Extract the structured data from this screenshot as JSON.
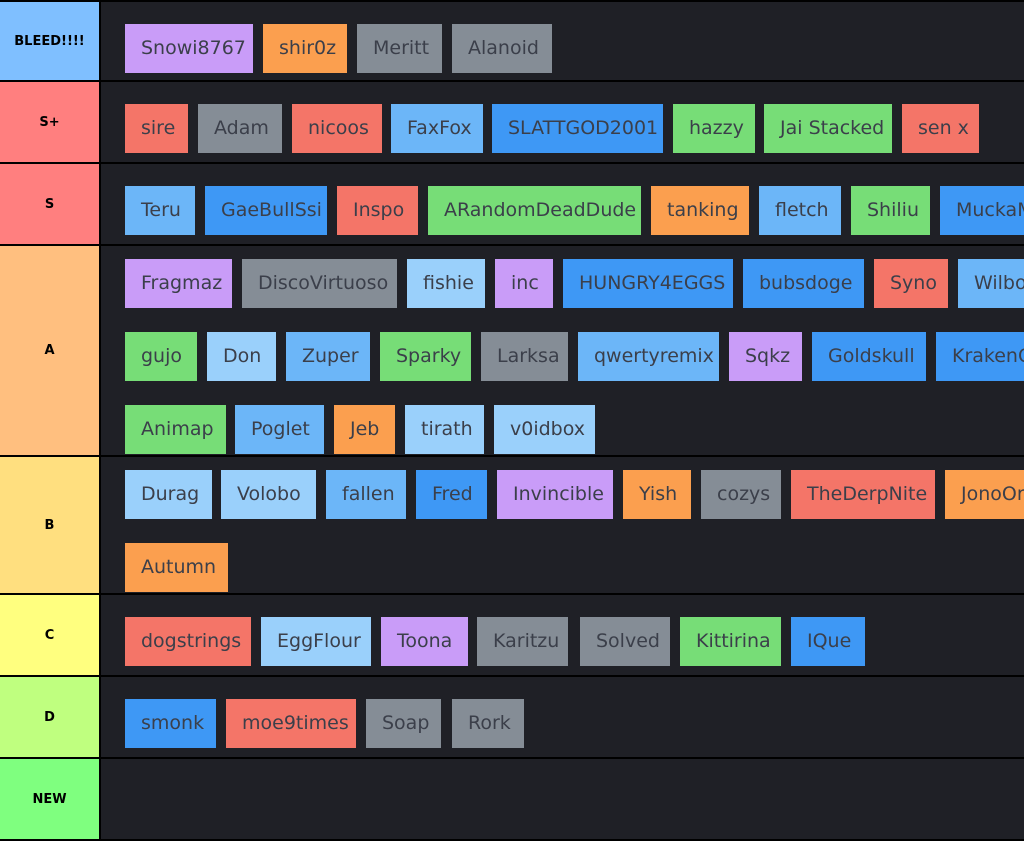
{
  "tiers": [
    {
      "label": "BLEED!!!!",
      "color": "#7fbfff",
      "rows": [
        [
          {
            "name": "Snowi8767",
            "color": "purple"
          },
          {
            "name": "shir0z",
            "color": "orange"
          },
          {
            "name": "Meritt",
            "color": "gray"
          },
          {
            "name": "Alanoid",
            "color": "gray"
          }
        ]
      ]
    },
    {
      "label": "S+",
      "color": "#ff7f7f",
      "rows": [
        [
          {
            "name": "sire",
            "color": "red"
          },
          {
            "name": "Adam",
            "color": "gray"
          },
          {
            "name": "nicoos",
            "color": "red"
          },
          {
            "name": "FaxFox",
            "color": "mblue"
          },
          {
            "name": "SLATTGOD2001",
            "color": "blue"
          },
          {
            "name": "hazzy",
            "color": "green"
          },
          {
            "name": "Jai Stacked",
            "color": "green"
          },
          {
            "name": "sen x",
            "color": "red"
          }
        ]
      ]
    },
    {
      "label": "S",
      "color": "#ff7f7f",
      "rows": [
        [
          {
            "name": "Teru",
            "color": "mblue"
          },
          {
            "name": "GaeBullSsi",
            "color": "blue"
          },
          {
            "name": "Inspo",
            "color": "red"
          },
          {
            "name": "ARandomDeadDude",
            "color": "green"
          },
          {
            "name": "tanking",
            "color": "orange"
          },
          {
            "name": "fletch",
            "color": "mblue"
          },
          {
            "name": "Shiliu",
            "color": "green"
          },
          {
            "name": "MuckaM",
            "color": "blue"
          }
        ]
      ]
    },
    {
      "label": "A",
      "color": "#ffbf7f",
      "rows": [
        [
          {
            "name": "Fragmaz",
            "color": "purple"
          },
          {
            "name": "DiscoVirtuoso",
            "color": "gray"
          },
          {
            "name": "fishie",
            "color": "lblue"
          },
          {
            "name": "inc",
            "color": "purple"
          },
          {
            "name": "HUNGRY4EGGS",
            "color": "blue"
          },
          {
            "name": "bubsdoge",
            "color": "blue"
          },
          {
            "name": "Syno",
            "color": "red"
          },
          {
            "name": "Wilbo",
            "color": "mblue"
          }
        ],
        [
          {
            "name": "gujo",
            "color": "green"
          },
          {
            "name": "Don",
            "color": "lblue"
          },
          {
            "name": "Zuper",
            "color": "mblue"
          },
          {
            "name": "Sparky",
            "color": "green"
          },
          {
            "name": "Larksa",
            "color": "gray"
          },
          {
            "name": "qwertyremix",
            "color": "mblue"
          },
          {
            "name": "Sqkz",
            "color": "purple"
          },
          {
            "name": "Goldskull",
            "color": "blue"
          },
          {
            "name": "KrakenC",
            "color": "blue"
          }
        ],
        [
          {
            "name": "Animap",
            "color": "green"
          },
          {
            "name": "Poglet",
            "color": "mblue"
          },
          {
            "name": "Jeb",
            "color": "orange"
          },
          {
            "name": "tirath",
            "color": "lblue"
          },
          {
            "name": "v0idbox",
            "color": "lblue"
          }
        ]
      ]
    },
    {
      "label": "B",
      "color": "#ffdf7f",
      "rows": [
        [
          {
            "name": "Durag",
            "color": "lblue"
          },
          {
            "name": "Volobo",
            "color": "lblue"
          },
          {
            "name": "fallen",
            "color": "mblue"
          },
          {
            "name": "Fred",
            "color": "blue"
          },
          {
            "name": "Invincible",
            "color": "purple"
          },
          {
            "name": "Yish",
            "color": "orange"
          },
          {
            "name": "cozys",
            "color": "gray"
          },
          {
            "name": "TheDerpNite",
            "color": "red"
          },
          {
            "name": "JonoOr",
            "color": "orange"
          }
        ],
        [
          {
            "name": "Autumn",
            "color": "orange"
          }
        ]
      ]
    },
    {
      "label": "C",
      "color": "#ffff7f",
      "rows": [
        [
          {
            "name": "dogstrings",
            "color": "red"
          },
          {
            "name": "EggFlour",
            "color": "lblue"
          },
          {
            "name": "Toona",
            "color": "purple"
          },
          {
            "name": "Karitzu",
            "color": "gray"
          },
          {
            "name": "Solved",
            "color": "gray"
          },
          {
            "name": "Kittirina",
            "color": "green"
          },
          {
            "name": "IQue",
            "color": "blue"
          }
        ]
      ]
    },
    {
      "label": "D",
      "color": "#bfff7f",
      "rows": [
        [
          {
            "name": "smonk",
            "color": "blue"
          },
          {
            "name": "moe9times",
            "color": "red"
          },
          {
            "name": "Soap",
            "color": "gray"
          },
          {
            "name": "Rork",
            "color": "gray"
          }
        ]
      ]
    },
    {
      "label": "NEW",
      "color": "#7fff7f",
      "rows": [
        []
      ]
    }
  ]
}
